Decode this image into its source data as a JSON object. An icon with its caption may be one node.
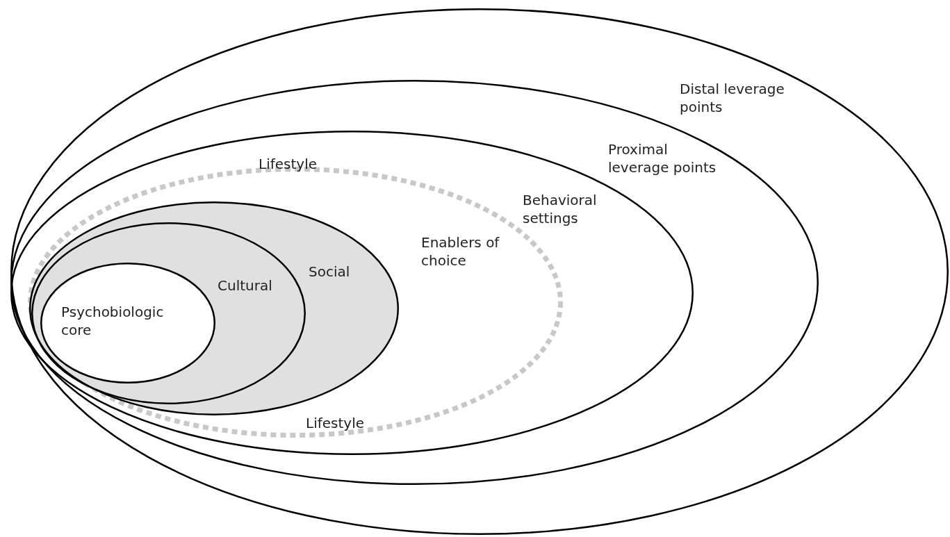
{
  "diagram": {
    "nodes": [
      {
        "text": [
          "Distal leverage points"
        ]
      },
      {
        "text": [
          "Proximal leverage points"
        ],
        "in": 0
      },
      {
        "text": [
          "Behavioral settings"
        ],
        "in": 1
      },
      {
        "text": [
          "Lifestyle",
          "Enablers of choice",
          "Lifestyle"
        ],
        "in": 2
      },
      {
        "text": [
          "Social"
        ],
        "in": 3
      },
      {
        "text": [
          "Cultural"
        ],
        "in": 4
      },
      {
        "text": [
          "Psychobiologic core"
        ],
        "in": 5
      }
    ]
  }
}
